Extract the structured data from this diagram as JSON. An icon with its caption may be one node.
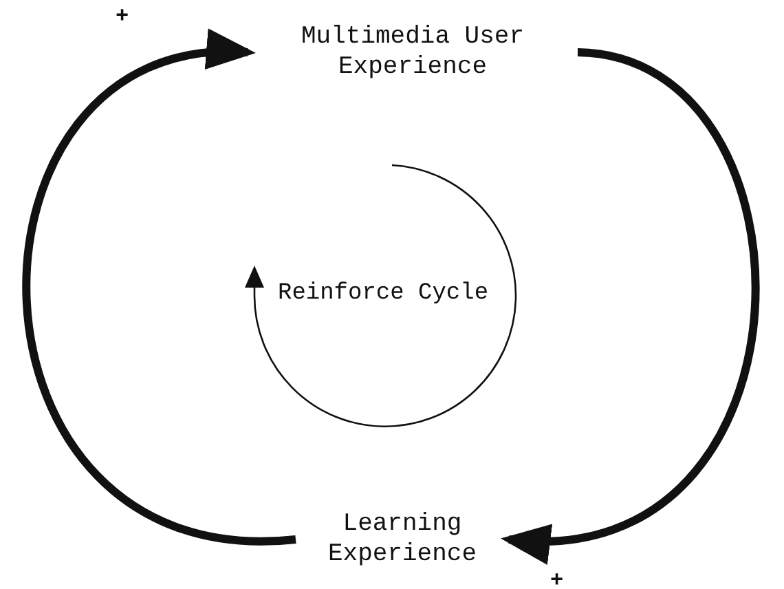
{
  "diagram": {
    "nodes": [
      {
        "text": [
          "Multimedia User Experience"
        ]
      },
      {
        "text": [
          "Learning Experience"
        ]
      }
    ],
    "edges": [
      {
        "from": 1,
        "to": 0,
        "arrow": "to",
        "label": "+"
      },
      {
        "from": 0,
        "to": 1,
        "arrow": "to",
        "label": "+"
      }
    ],
    "labels": [
      "Reinforce Cycle"
    ]
  }
}
